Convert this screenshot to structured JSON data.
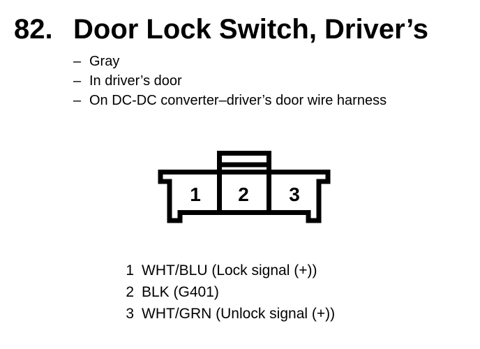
{
  "header": {
    "number": "82.",
    "title": "Door Lock Switch, Driver’s"
  },
  "notes": [
    {
      "bullet": "–",
      "text": "Gray"
    },
    {
      "bullet": "–",
      "text": "In driver’s door"
    },
    {
      "bullet": "–",
      "text": "On DC-DC converter–driver’s door wire harness"
    }
  ],
  "connector": {
    "cavities": [
      "1",
      "2",
      "3"
    ]
  },
  "legend": {
    "pins": [
      {
        "pin": "1",
        "desc": "WHT/BLU (Lock signal (+))"
      },
      {
        "pin": "2",
        "desc": "BLK (G401)"
      },
      {
        "pin": "3",
        "desc": "WHT/GRN (Unlock signal (+))"
      }
    ]
  },
  "colors": {
    "ink": "#000000",
    "paper": "#ffffff"
  }
}
